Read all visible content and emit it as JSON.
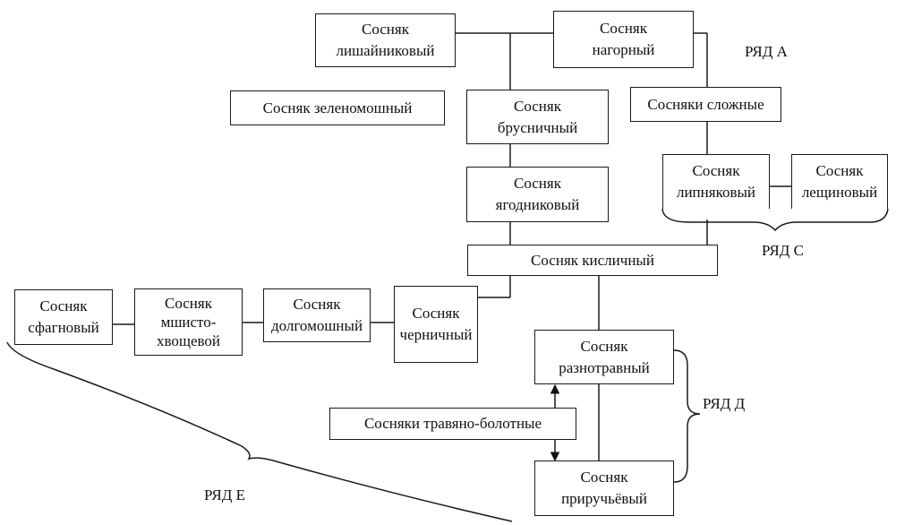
{
  "nodes": {
    "lishaynikovy": [
      "Сосняк",
      "лишайниковый"
    ],
    "nagorny": [
      "Сосняк",
      "нагорный"
    ],
    "zelenomoshny": [
      "Сосняк зеленомошный"
    ],
    "brusnichny": [
      "Сосняк",
      "брусничный"
    ],
    "slozhnye": [
      "Сосняки сложные"
    ],
    "yagodnikovy": [
      "Сосняк",
      "ягодниковый"
    ],
    "lipnyakovy": [
      "Сосняк",
      "липняковый"
    ],
    "leshchinovy": [
      "Сосняк",
      "лещиновый"
    ],
    "kislichny": [
      "Сосняк кисличный"
    ],
    "sfagnovy": [
      "Сосняк",
      "сфагновый"
    ],
    "mshisto": [
      "Сосняк",
      "мшисто-",
      "хвощевой"
    ],
    "dolgomoshny": [
      "Сосняк",
      "долгомошный"
    ],
    "chernichny": [
      "Сосняк",
      "черничный"
    ],
    "raznotravny": [
      "Сосняк",
      "разнотравный"
    ],
    "travyano": [
      "Сосняки травяно-болотные"
    ],
    "priruchyovy": [
      "Сосняк",
      "приручьёвый"
    ]
  },
  "rows": {
    "a": "РЯД А",
    "c": "РЯД С",
    "d": "РЯД Д",
    "e": "РЯД Е"
  }
}
